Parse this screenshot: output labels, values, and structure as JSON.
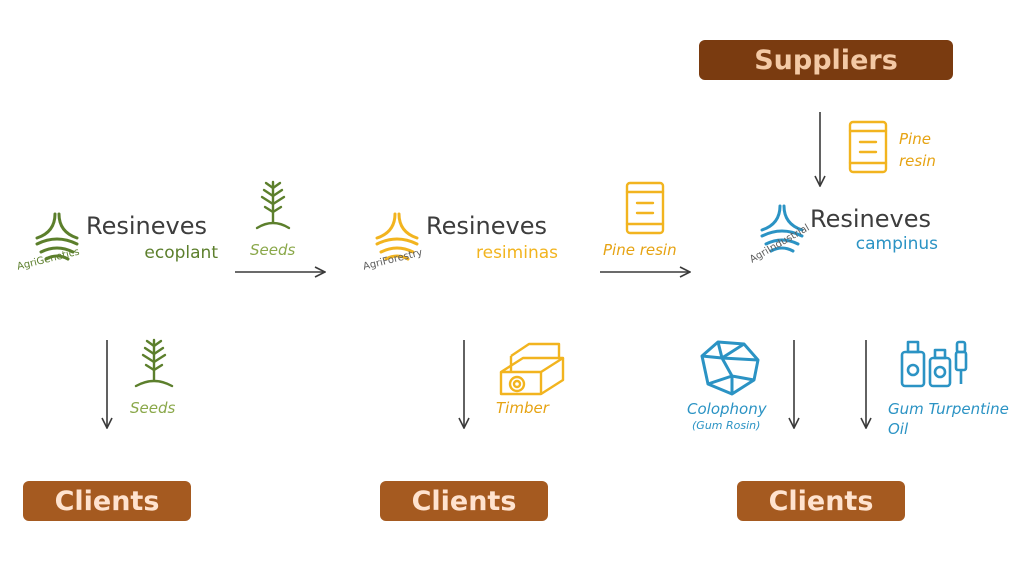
{
  "colors": {
    "green": "#5c7f2c",
    "light_green": "#8aa84a",
    "yellow": "#f2b41f",
    "blue": "#2b93c4",
    "box": "#a55a20",
    "supplier_box": "#7a3b10",
    "arrow": "#3a3a3a"
  },
  "suppliers": {
    "label": "Suppliers"
  },
  "clients": [
    {
      "label": "Clients"
    },
    {
      "label": "Clients"
    },
    {
      "label": "Clients"
    }
  ],
  "companies": [
    {
      "name": "Resineves",
      "sub": "ecoplant",
      "arc_text": "AgriGenetics",
      "icon": "pine-tree-logo-icon"
    },
    {
      "name": "Resineves",
      "sub": "resiminas",
      "arc_text": "AgriForestry",
      "icon": "pine-tree-logo-icon"
    },
    {
      "name": "Resineves",
      "sub": "campinus",
      "arc_text": "AgriIndustrial",
      "icon": "pine-tree-logo-icon"
    }
  ],
  "flows": {
    "ecoplant_to_resiminas": {
      "label": "Seeds",
      "icon": "seedling-icon"
    },
    "resiminas_to_campinus": {
      "label": "Pine resin",
      "icon": "barrel-icon"
    },
    "supplier_to_campinus": {
      "label_line1": "Pine",
      "label_line2": "resin",
      "icon": "barrel-icon"
    },
    "ecoplant_to_clients": {
      "label": "Seeds",
      "icon": "seedling-icon"
    },
    "resiminas_to_clients": {
      "label": "Timber",
      "icon": "timber-icon"
    },
    "campinus_to_clients_1": {
      "label_line1": "Colophony",
      "label_line2": "(Gum Rosin)",
      "icon": "rosin-stone-icon"
    },
    "campinus_to_clients_2": {
      "label_line1": "Gum Turpentine",
      "label_line2": "Oil",
      "icon": "bottles-icon"
    }
  }
}
